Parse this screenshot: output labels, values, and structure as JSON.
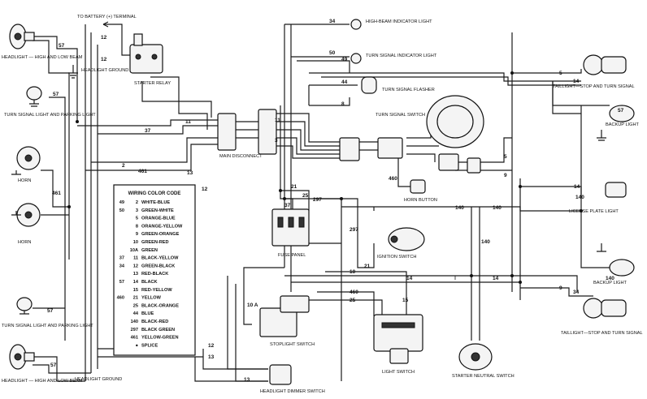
{
  "labels": {
    "battery_terminal": "TO BATTERY (+) TERMINAL",
    "headlight_high_low_top": "HEADLIGHT — HIGH AND LOW BEAM",
    "headlight_ground_top": "HEADLIGHT GROUND",
    "starter_relay": "STARTER RELAY",
    "turn_signal_parking_top": "TURN SIGNAL LIGHT AND PARKING LIGHT",
    "horn_top": "HORN",
    "horn_bottom": "HORN",
    "turn_signal_parking_bottom": "TURN SIGNAL LIGHT AND PARKING LIGHT",
    "headlight_high_low_bottom": "HEADLIGHT — HIGH AND LOW BEAM",
    "headlight_ground_bottom": "HEADLIGHT GROUND",
    "headlight_dimmer_switch": "HEADLIGHT DIMMER SWITCH",
    "main_disconnect": "MAIN DISCONNECT",
    "fuse_panel": "FUSE PANEL",
    "high_beam_indicator": "HIGH-BEAM INDICATOR LIGHT",
    "turn_signal_indicator": "TURN SIGNAL INDICATOR LIGHT",
    "turn_signal_flasher": "TURN SIGNAL FLASHER",
    "turn_signal_switch": "TURN SIGNAL SWITCH",
    "horn_button": "HORN BUTTON",
    "ignition_switch": "IGNITION SWITCH",
    "stoplight_switch": "STOPLIGHT SWITCH",
    "light_switch": "LIGHT SWITCH",
    "starter_neutral_switch": "STARTER NEUTRAL SWITCH",
    "taillight_stop_turn_top": "TAILLIGHT—STOP AND TURN SIGNAL",
    "backup_light_top": "BACKUP LIGHT",
    "license_plate_light": "LICENSE PLATE LIGHT",
    "backup_light_bottom": "BACKUP LIGHT",
    "taillight_stop_turn_bottom": "TAILLIGHT—STOP AND TURN SIGNAL"
  },
  "legend": {
    "title": "WIRING COLOR CODE",
    "rows": [
      {
        "code": "49",
        "alt": "2",
        "color": "WHITE-BLUE"
      },
      {
        "code": "50",
        "alt": "3",
        "color": "GREEN-WHITE"
      },
      {
        "code": "",
        "alt": "5",
        "color": "ORANGE-BLUE"
      },
      {
        "code": "",
        "alt": "8",
        "color": "ORANGE-YELLOW"
      },
      {
        "code": "",
        "alt": "9",
        "color": "GREEN-ORANGE"
      },
      {
        "code": "",
        "alt": "10",
        "color": "GREEN-RED"
      },
      {
        "code": "",
        "alt": "10A",
        "color": "GREEN"
      },
      {
        "code": "37",
        "alt": "11",
        "color": "BLACK-YELLOW"
      },
      {
        "code": "34",
        "alt": "12",
        "color": "GREEN-BLACK"
      },
      {
        "code": "",
        "alt": "13",
        "color": "RED-BLACK"
      },
      {
        "code": "57",
        "alt": "14",
        "color": "BLACK"
      },
      {
        "code": "",
        "alt": "15",
        "color": "RED-YELLOW"
      },
      {
        "code": "460",
        "alt": "21",
        "color": "YELLOW"
      },
      {
        "code": "",
        "alt": "25",
        "color": "BLACK-ORANGE"
      },
      {
        "code": "",
        "alt": "44",
        "color": "BLUE"
      },
      {
        "code": "",
        "alt": "140",
        "color": "BLACK-RED"
      },
      {
        "code": "",
        "alt": "297",
        "color": "BLACK GREEN"
      },
      {
        "code": "",
        "alt": "461",
        "color": "YELLOW-GREEN"
      },
      {
        "code": "",
        "alt": "●",
        "color": "SPLICE"
      }
    ]
  },
  "wire_numbers": {
    "n34a": "34",
    "n49": "49",
    "n50": "50",
    "n44": "44",
    "n8": "8",
    "n57a": "57",
    "n57b": "57",
    "n57c": "57",
    "n57d": "57",
    "n57e": "57",
    "n37a": "37",
    "n37b": "37",
    "n12a": "12",
    "n12b": "12",
    "n12c": "12",
    "n12d": "12",
    "n13a": "13",
    "n13b": "13",
    "n13c": "13",
    "n461a": "461",
    "n461b": "461",
    "n2": "2",
    "n11a": "11",
    "n11b": "11",
    "n3": "3",
    "n21a": "21",
    "n21b": "21",
    "n25a": "25",
    "n25b": "25",
    "n297a": "297",
    "n297b": "297",
    "n140a": "140",
    "n140b": "140",
    "n140c": "140",
    "n140d": "140",
    "n140e": "140",
    "n14a": "14",
    "n14b": "14",
    "n14c": "14",
    "n14d": "14",
    "n5a": "5",
    "n5b": "5",
    "n9a": "9",
    "n9b": "9",
    "n460a": "460",
    "n460b": "460",
    "n10": "10",
    "n10a": "10 A",
    "n15": "15",
    "n34b": "34"
  }
}
